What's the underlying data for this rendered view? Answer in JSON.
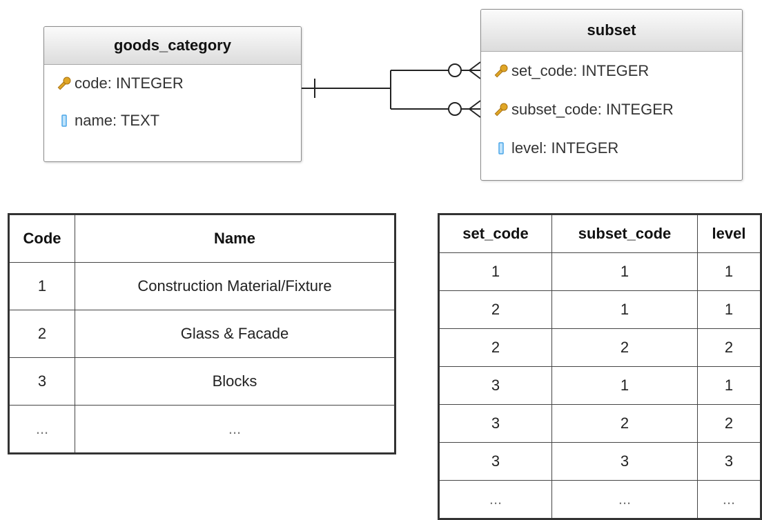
{
  "diagram": {
    "goods_category": {
      "title": "goods_category",
      "fields": [
        {
          "text": "code: INTEGER",
          "icon": "key-icon"
        },
        {
          "text": "name: TEXT",
          "icon": "column-icon"
        }
      ]
    },
    "subset": {
      "title": "subset",
      "fields": [
        {
          "text": "set_code: INTEGER",
          "icon": "key-icon"
        },
        {
          "text": "subset_code: INTEGER",
          "icon": "key-icon"
        },
        {
          "text": "level: INTEGER",
          "icon": "column-icon"
        }
      ]
    },
    "relationship": {
      "from": "goods_category",
      "to": "subset",
      "cardinality": "one-to-zero-or-many"
    }
  },
  "goods_category_table": {
    "headers": [
      "Code",
      "Name"
    ],
    "rows": [
      [
        "1",
        "Construction Material/Fixture"
      ],
      [
        "2",
        "Glass & Facade"
      ],
      [
        "3",
        "Blocks"
      ],
      [
        "...",
        "..."
      ]
    ]
  },
  "subset_table": {
    "headers": [
      "set_code",
      "subset_code",
      "level"
    ],
    "rows": [
      [
        "1",
        "1",
        "1"
      ],
      [
        "2",
        "1",
        "1"
      ],
      [
        "2",
        "2",
        "2"
      ],
      [
        "3",
        "1",
        "1"
      ],
      [
        "3",
        "2",
        "2"
      ],
      [
        "3",
        "3",
        "3"
      ],
      [
        "...",
        "...",
        "..."
      ]
    ]
  },
  "colors": {
    "key": "#e0a626",
    "column": "#4aa6e8",
    "border": "#8c8c8c"
  }
}
